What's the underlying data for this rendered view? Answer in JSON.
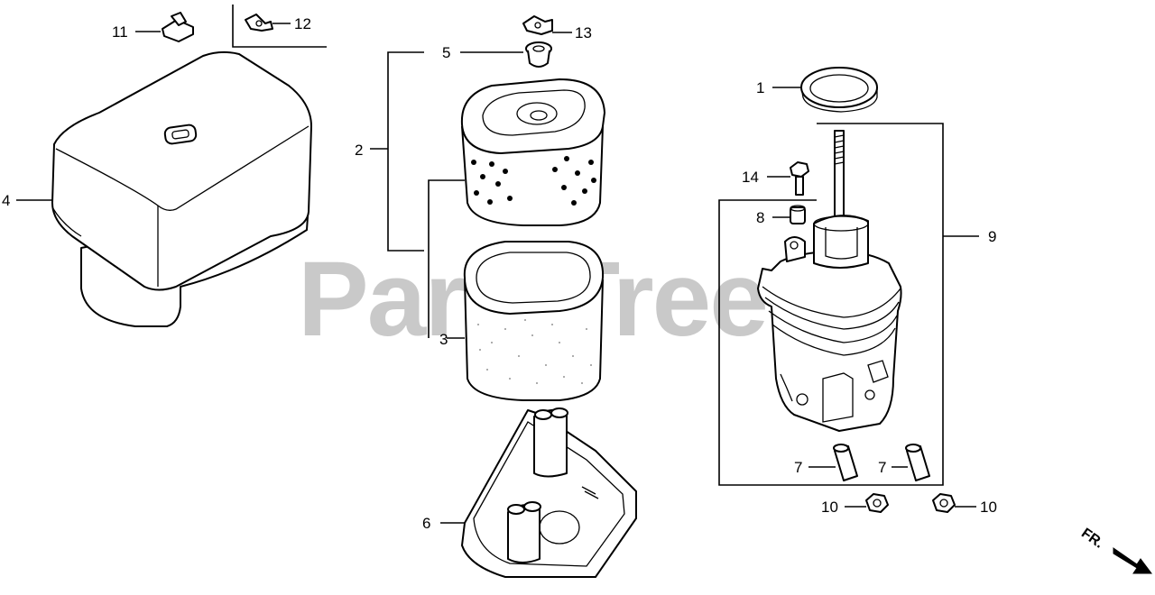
{
  "watermark": {
    "text": "PartsTree"
  },
  "direction": {
    "label": "FR."
  },
  "callouts": {
    "c1": "1",
    "c2": "2",
    "c3": "3",
    "c4": "4",
    "c5": "5",
    "c6": "6",
    "c7a": "7",
    "c7b": "7",
    "c8": "8",
    "c9": "9",
    "c10a": "10",
    "c10b": "10",
    "c11": "11",
    "c12": "12",
    "c13": "13",
    "c14": "14"
  }
}
